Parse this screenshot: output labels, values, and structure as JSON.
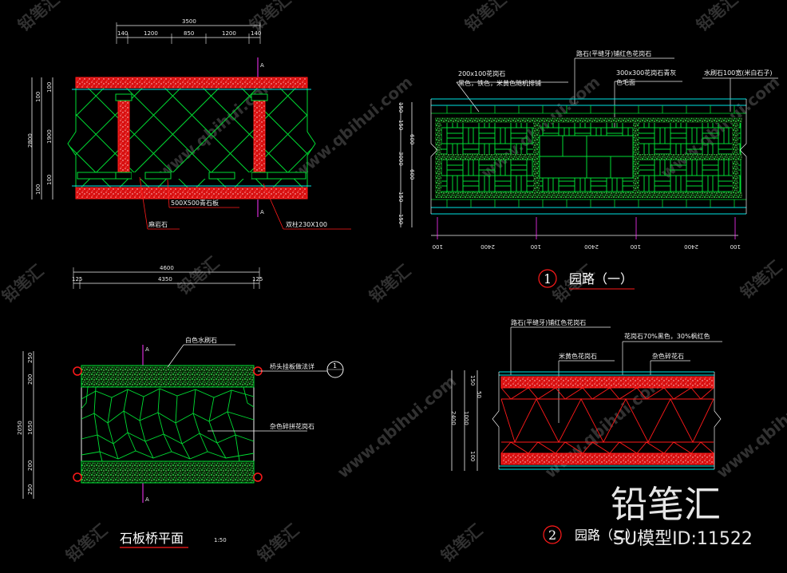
{
  "colors": {
    "red": "#ff1a1a",
    "green": "#00dd33",
    "cyan": "#00e5e5",
    "magenta": "#ff33ff",
    "yellow": "#ffee00",
    "white": "#f2f2f2",
    "background": "#000000"
  },
  "plan_top": {
    "dims_top": [
      "3500",
      "140",
      "1200",
      "850",
      "1200",
      "140"
    ],
    "dims_left": [
      "100",
      "100",
      "1900",
      "2800",
      "100",
      "100"
    ],
    "labels": [
      "500X500青石板",
      "麻岩石",
      "双柱230X100"
    ],
    "section_marks": [
      "A",
      "A"
    ]
  },
  "plan_bottom": {
    "dims_top": [
      "4600",
      "125",
      "4350",
      "125"
    ],
    "dims_left": [
      "250",
      "200",
      "2050",
      "1650",
      "200",
      "250"
    ],
    "labels": [
      "白色水刷石",
      "桥头挂板做法详",
      "杂色碎拼花岗石"
    ],
    "callout_number": "1",
    "title": "石板桥平面",
    "scale": "1:50"
  },
  "road1": {
    "labels": [
      "路石(平缝牙)铺红色花岗石",
      "200x100花岗石",
      "黑色，铁色，米黄色随机排铺",
      "300x300花岗石青灰",
      "色毛面",
      "水刷石100宽(米白石子)"
    ],
    "dims_left": [
      "150",
      "150",
      "600",
      "3000",
      "600",
      "150",
      "150"
    ],
    "dims_bottom": [
      "100",
      "2400",
      "100",
      "2400",
      "100",
      "2400",
      "100"
    ],
    "number": "1",
    "title": "园路（一）"
  },
  "road2": {
    "labels": [
      "路石(平缝牙)铺红色花岗石",
      "花岗石70%黑色，30%枫红色",
      "米黄色花岗石",
      "杂色碎花石"
    ],
    "dims_left": [
      "2400",
      "1000",
      "150",
      "50",
      "100"
    ],
    "number": "2",
    "title": "园路（二）"
  },
  "watermark": {
    "text": "铅笔汇",
    "url": "www.qbihui.com"
  },
  "brand": {
    "logo": "铅笔汇",
    "id_text": "SU模型ID:11522"
  }
}
